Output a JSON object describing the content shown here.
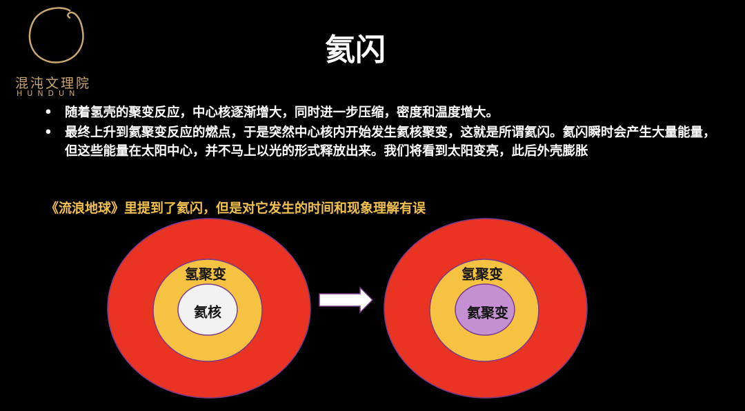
{
  "logo": {
    "name_cn": "混沌文理院",
    "name_en": "HUNDUN"
  },
  "title": "氦闪",
  "bullets": [
    "随着氢壳的聚变反应，中心核逐渐增大，同时进一步压缩，密度和温度增大。",
    "最终上升到氦聚变反应的燃点，于是突然中心核内开始发生氦核聚变，这就是所谓氦闪。氦闪瞬时会产生大量能量，但这些能量在太阳中心，并不马上以光的形式释放出来。我们将看到太阳变亮，此后外壳膨胀"
  ],
  "note": "《流浪地球》里提到了氦闪，但是对它发生的时间和现象理解有误",
  "diagram": {
    "before": {
      "shell_label": "氢聚变",
      "core_label": "氦核"
    },
    "after": {
      "shell_label": "氢聚变",
      "core_label": "氦聚变"
    },
    "colors": {
      "outer": "#e93323",
      "shell": "#f5c242",
      "core_before": "#f2f2f2",
      "core_after": "#c490d1",
      "outline": "#7a3a8c"
    }
  }
}
